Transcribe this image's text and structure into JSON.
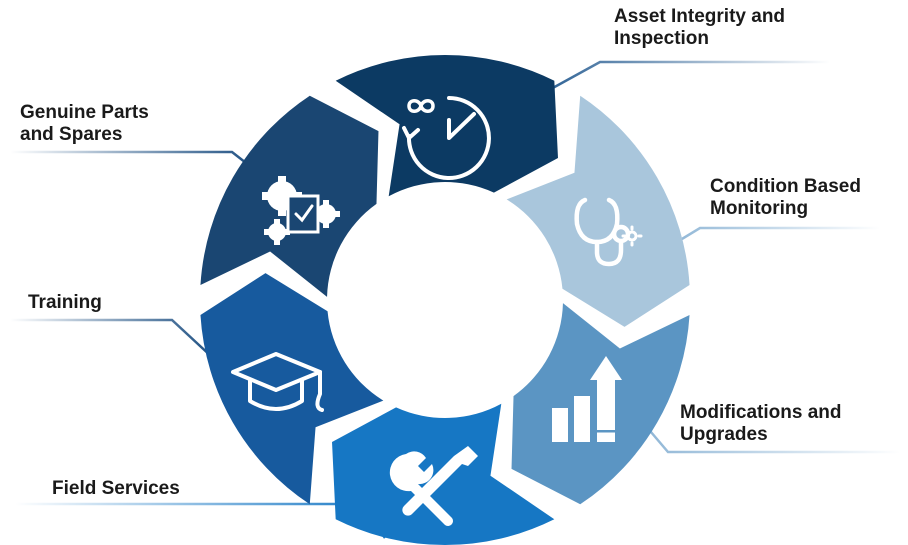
{
  "segments": [
    {
      "id": "asset-integrity",
      "label_line1": "Asset Integrity and",
      "label_line2": "Inspection",
      "icon": "clock-infinity-icon",
      "color": "#0c3a63"
    },
    {
      "id": "condition-monitoring",
      "label_line1": "Condition Based",
      "label_line2": "Monitoring",
      "icon": "stethoscope-gear-icon",
      "color": "#a9c6dc"
    },
    {
      "id": "modifications",
      "label_line1": "Modifications and",
      "label_line2": "Upgrades",
      "icon": "bar-chart-arrow-icon",
      "color": "#5b95c3"
    },
    {
      "id": "field-services",
      "label_line1": "Field Services",
      "label_line2": "",
      "icon": "wrench-screwdriver-icon",
      "color": "#1677c4"
    },
    {
      "id": "training",
      "label_line1": "Training",
      "label_line2": "",
      "icon": "graduation-cap-icon",
      "color": "#175a9e"
    },
    {
      "id": "genuine-parts",
      "label_line1": "Genuine Parts",
      "label_line2": "and Spares",
      "icon": "gears-clipboard-icon",
      "color": "#1a4672"
    }
  ]
}
